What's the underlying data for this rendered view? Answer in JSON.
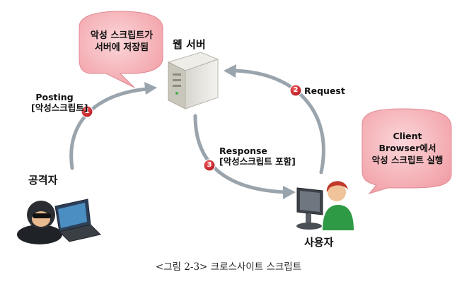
{
  "nodes": {
    "server": {
      "title": "웹 서버"
    },
    "attacker": {
      "title": "공격자"
    },
    "user": {
      "title": "사용자"
    }
  },
  "bubbles": {
    "server_note": {
      "line1": "악성 스크립트가",
      "line2": "서버에 저장됨"
    },
    "client_note": {
      "line1": "Client",
      "line2": "Browser에서",
      "line3": "악성 스크립트 실행"
    }
  },
  "steps": [
    {
      "number": "1",
      "label_line1": "Posting",
      "label_line2": "[악성스크립트]"
    },
    {
      "number": "2",
      "label_line1": "Request",
      "label_line2": ""
    },
    {
      "number": "3",
      "label_line1": "Response",
      "label_line2": "[악성스크립트 포함]"
    }
  ],
  "caption": "<그림 2-3> 크로스사이트 스크립트",
  "colors": {
    "bubble_fill": "#f5b3b8",
    "badge": "#d7262c",
    "arrow": "#8f9aa3"
  }
}
